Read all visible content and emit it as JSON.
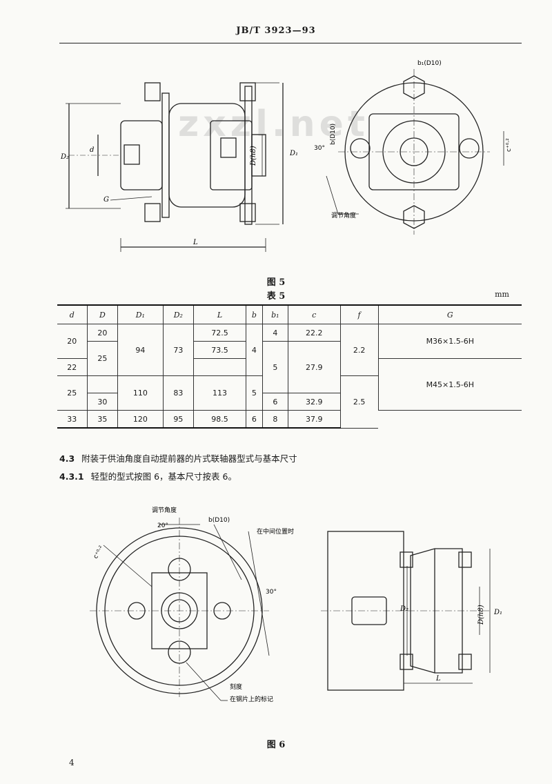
{
  "header": {
    "title": "JB/T 3923—93"
  },
  "watermark": "zxzl.net",
  "figure5": {
    "caption": "图 5",
    "labels": {
      "D2": "D₂",
      "d": "d",
      "G": "G",
      "D_h8": "D(h8)",
      "D1": "D₁",
      "L": "L",
      "b1_D10": "b₁(D10)",
      "bc_D10": "b(D10)",
      "angle_30": "30°",
      "c_plus": "c⁺⁰·²",
      "adjust_angle": "调节角度"
    }
  },
  "table5": {
    "title": "表 5",
    "unit": "mm",
    "headers": [
      "d",
      "D",
      "D₁",
      "D₂",
      "L",
      "b",
      "b₁",
      "c",
      "f",
      "G"
    ],
    "rows": {
      "r1": {
        "d": "20",
        "D": "20",
        "D1": "94",
        "D2": "73",
        "L": "72.5",
        "b": "4",
        "b1": "4",
        "c": "22.2",
        "f": "2.2",
        "G": "M36×1.5-6H"
      },
      "r2": {
        "L": "73.5"
      },
      "r3": {
        "d": "22",
        "D": "25",
        "b1": "5",
        "c": "27.9"
      },
      "r4": {
        "d": "25",
        "D1": "110",
        "D2": "83",
        "L": "113",
        "b": "5",
        "f": "2.5",
        "G": "M45×1.5-6H"
      },
      "r5": {
        "D": "30",
        "b1": "6",
        "c": "32.9"
      },
      "r6": {
        "d": "33",
        "D": "35",
        "D1": "120",
        "D2": "95",
        "L": "98.5",
        "b": "6",
        "b1": "8",
        "c": "37.9"
      }
    }
  },
  "section": {
    "p1": {
      "num": "4.3",
      "text": "附装于供油角度自动提前器的片式联轴器型式与基本尺寸"
    },
    "p2": {
      "num": "4.3.1",
      "text": "轻型的型式按图 6，基本尺寸按表 6。"
    }
  },
  "figure6": {
    "caption": "图 6",
    "labels": {
      "adjust_angle": "调节角度",
      "angle_20": "20°",
      "b_D10": "b(D10)",
      "mid_position": "在中间位置时",
      "c_label": "c⁺⁰·²",
      "angle_30": "30°",
      "score": "刻度",
      "mark_on_plate": "在钢片上的标记",
      "D2": "D₂",
      "D_h8": "D(h8)",
      "D1": "D₁",
      "L": "L"
    }
  },
  "footer": {
    "page": "4"
  }
}
